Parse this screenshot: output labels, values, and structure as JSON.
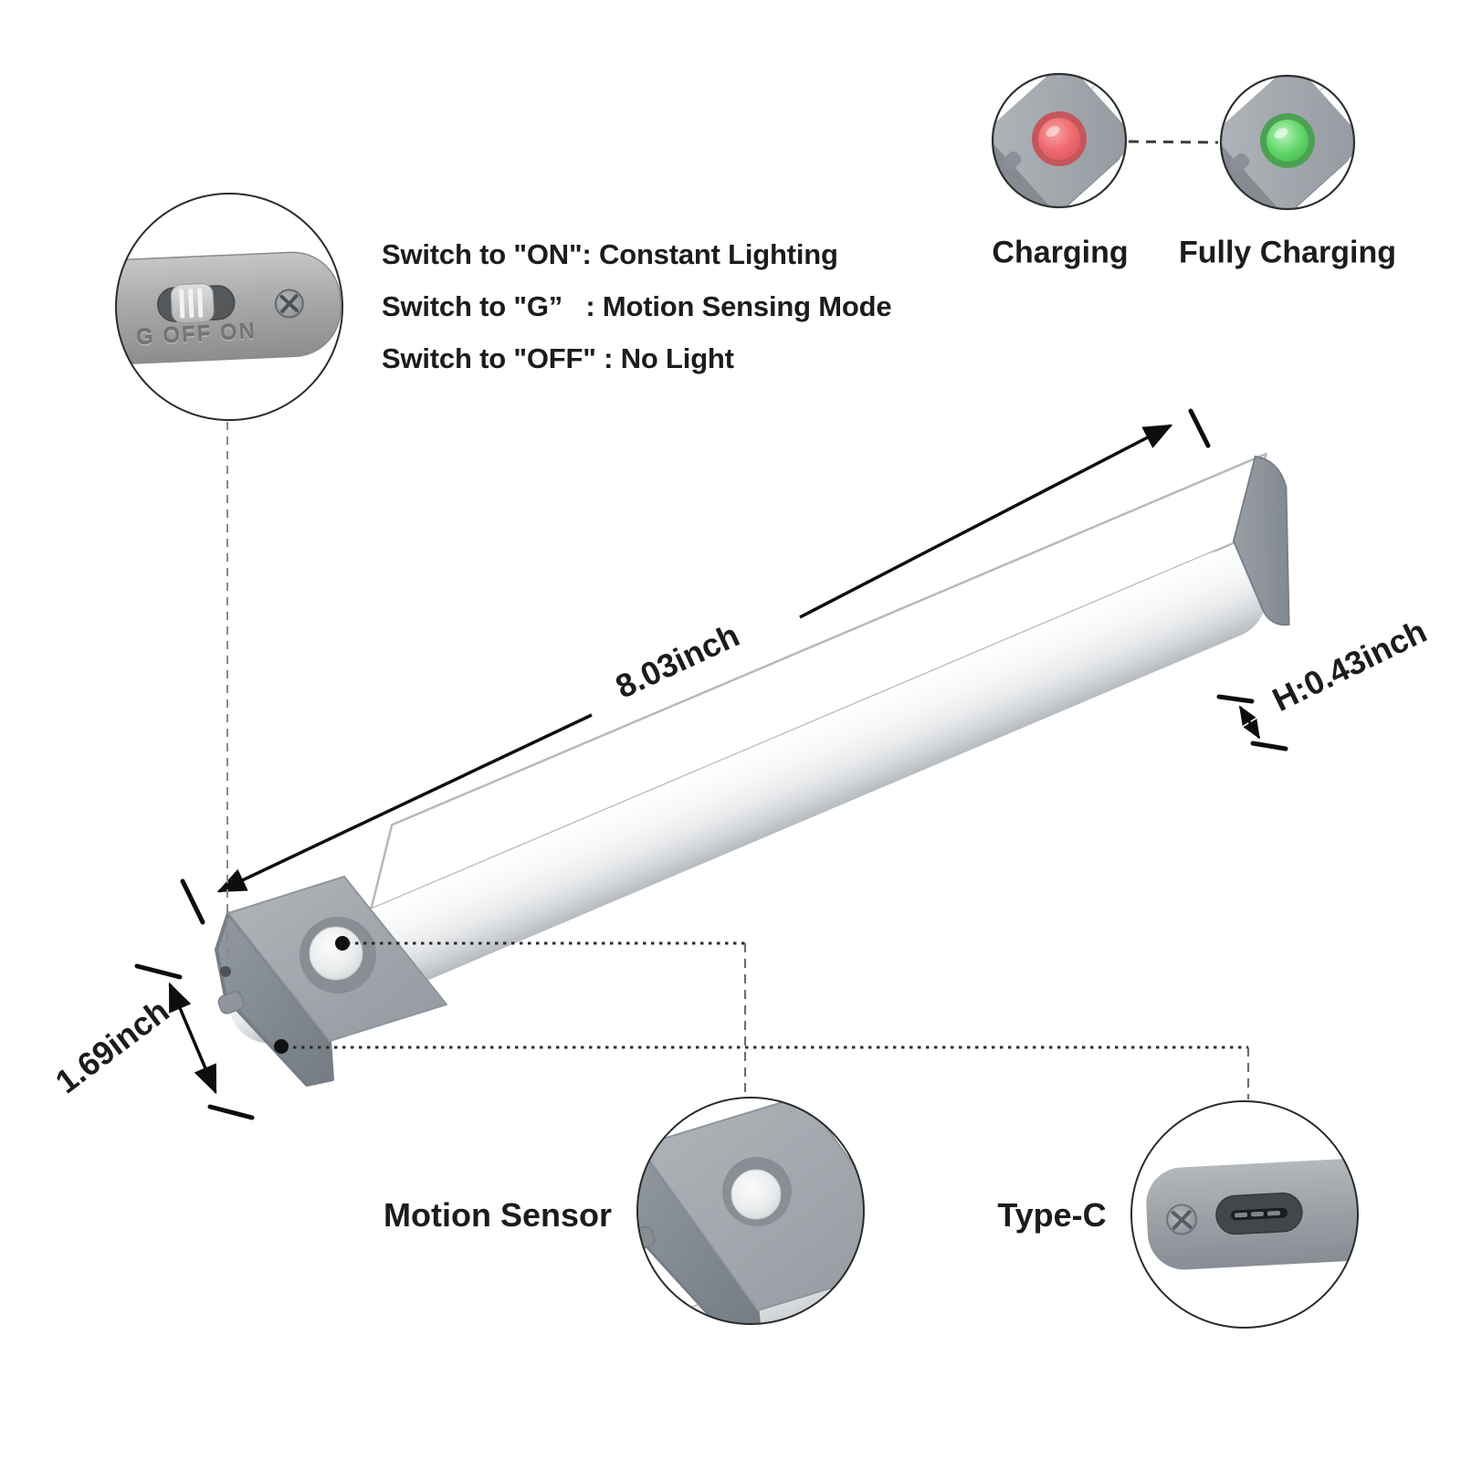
{
  "switch_instructions": {
    "lines": [
      "Switch to \"ON\": Constant Lighting",
      "Switch to \"G”   : Motion Sensing Mode",
      "Switch to \"OFF\" : No Light"
    ]
  },
  "indicators": {
    "charging_label": "Charging",
    "fully_charging_label": "Fully Charging",
    "charging_led_color": "#ee6a6f",
    "fully_charging_led_color": "#63d76c"
  },
  "dimensions": {
    "length": "8.03inch",
    "height": "H:0.43inch",
    "width": "1.69inch"
  },
  "callouts": {
    "motion_sensor": "Motion Sensor",
    "type_c": "Type-C",
    "switch_markings": "G OFF ON"
  }
}
